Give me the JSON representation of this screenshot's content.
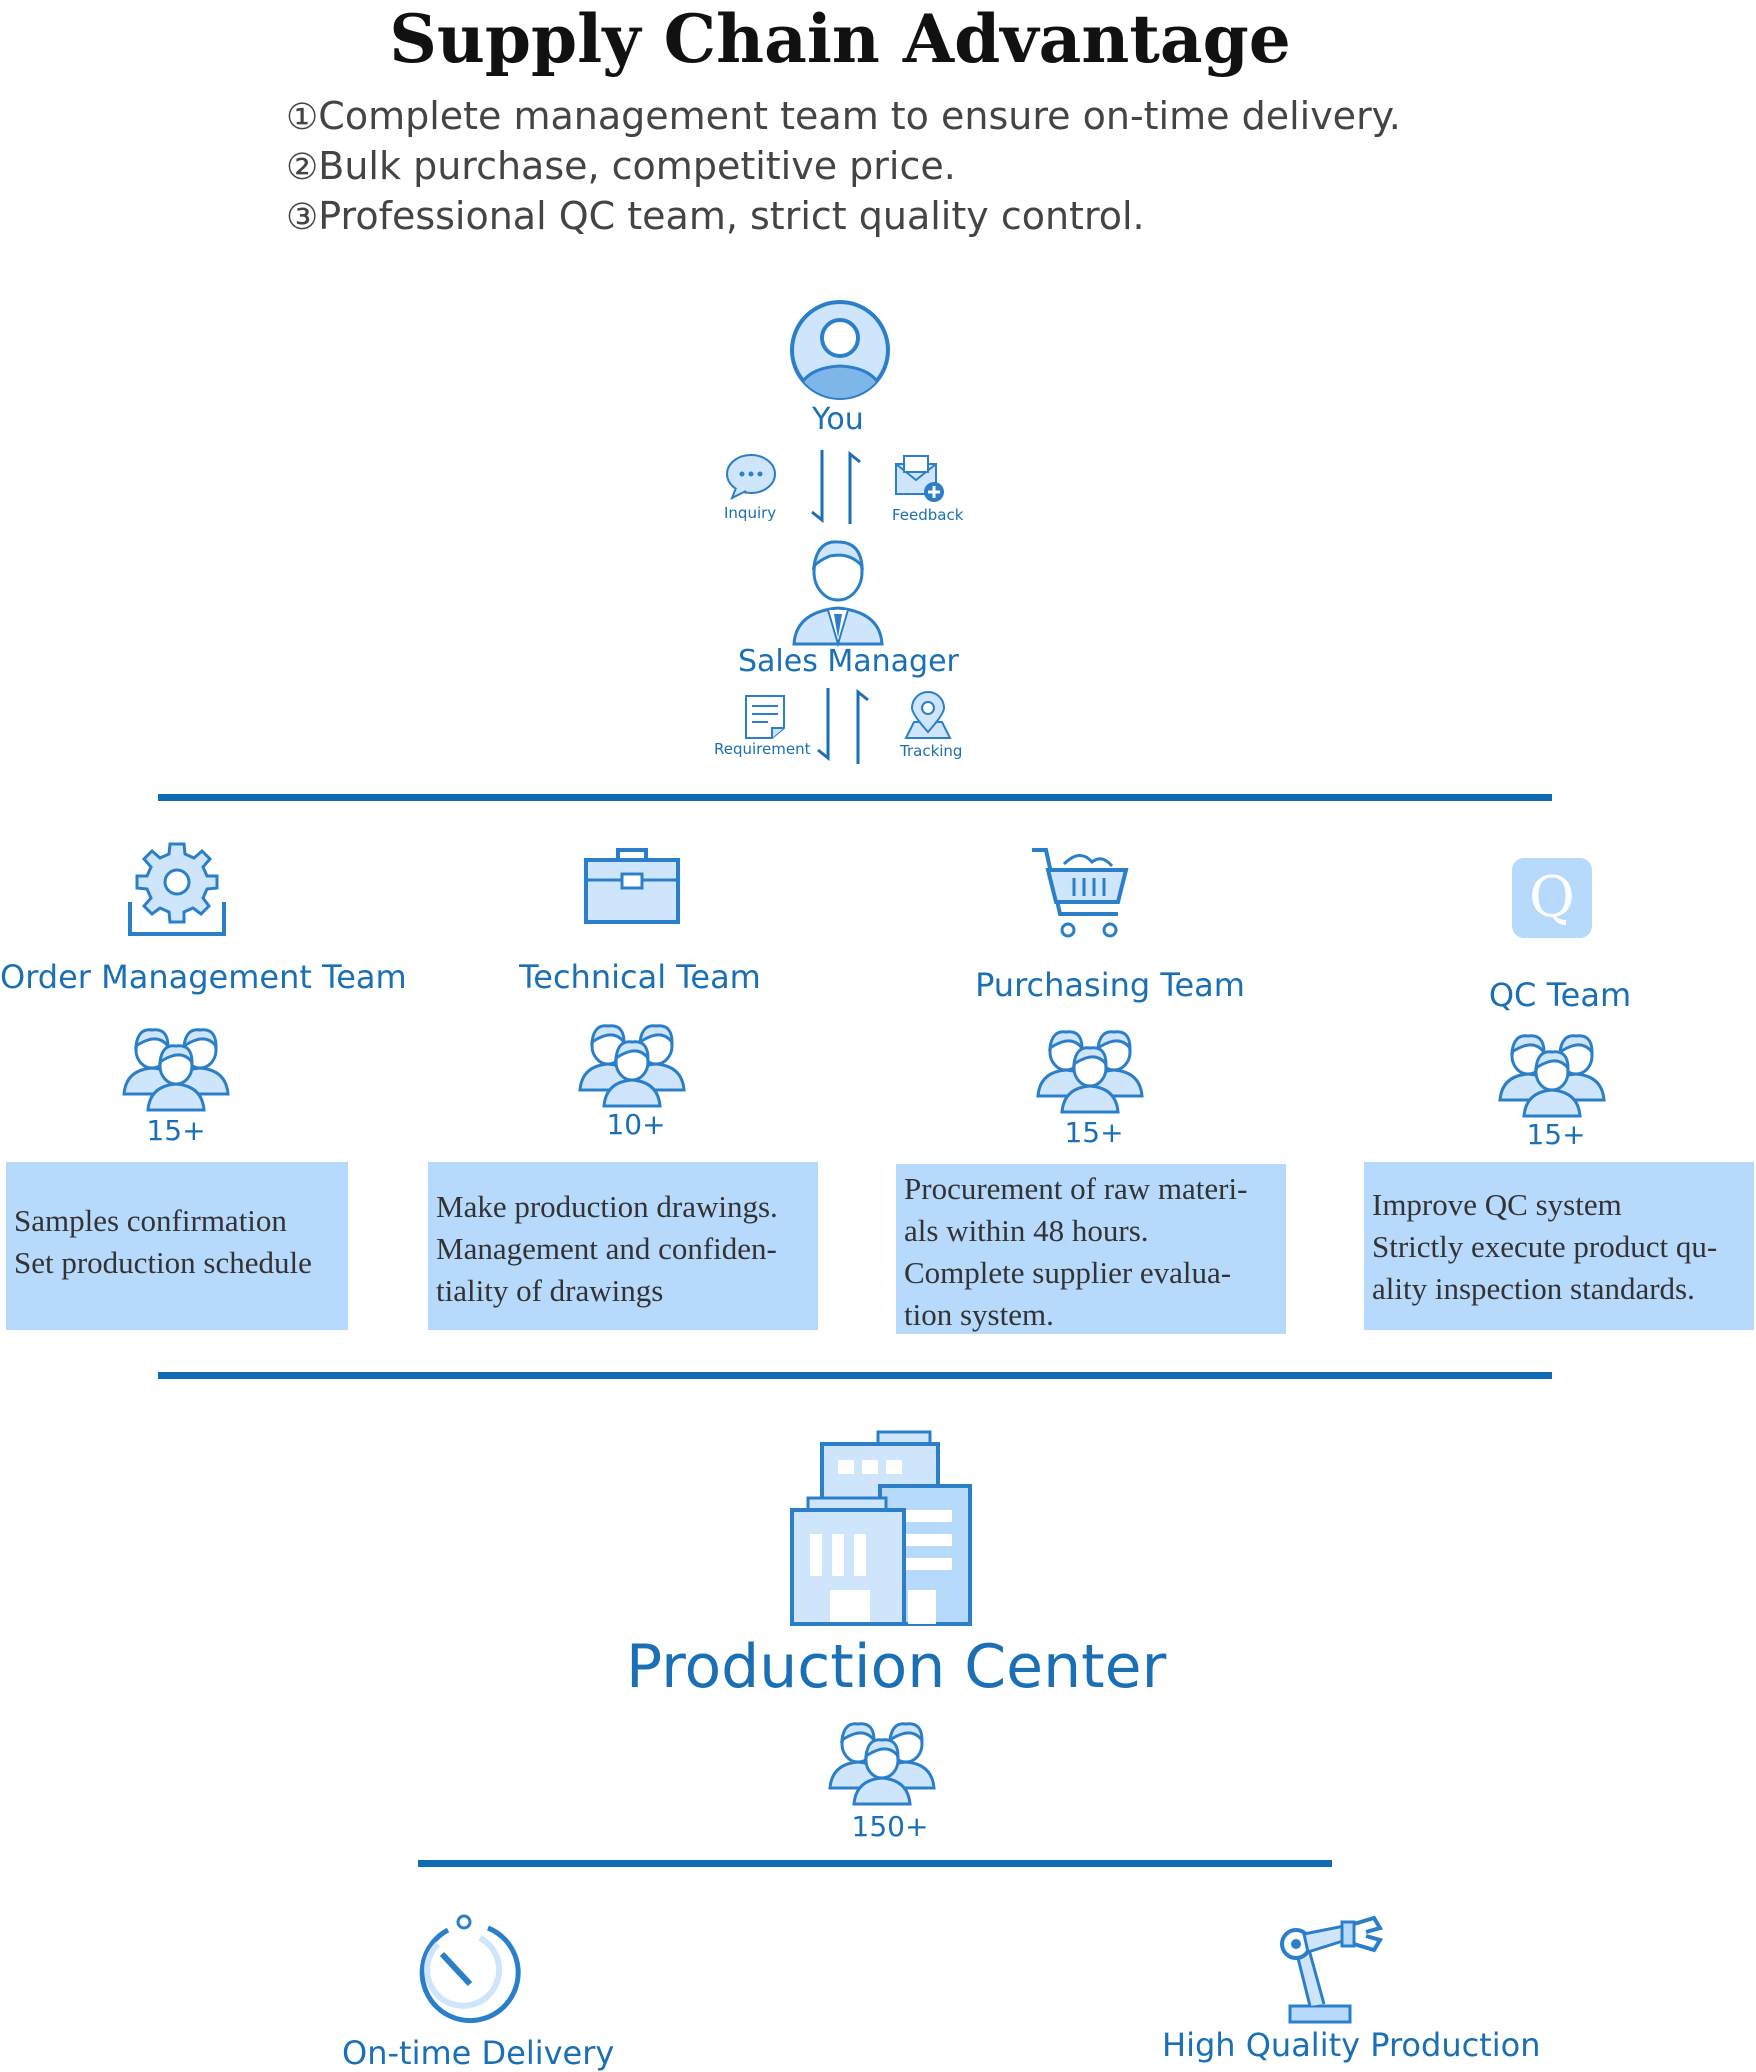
{
  "title": "Supply Chain Advantage",
  "points": [
    {
      "num": "①",
      "text": "Complete management team to ensure on-time delivery."
    },
    {
      "num": "②",
      "text": "Bulk purchase, competitive price."
    },
    {
      "num": "③",
      "text": "Professional QC team, strict quality control."
    }
  ],
  "flow": {
    "you": "You",
    "inquiry": "Inquiry",
    "feedback": "Feedback",
    "sales_manager": "Sales Manager",
    "requirement": "Requirement",
    "tracking": "Tracking"
  },
  "teams": [
    {
      "name": "Order Management Team",
      "count": "15+",
      "desc": [
        "Samples confirmation",
        "Set production schedule"
      ]
    },
    {
      "name": "Technical Team",
      "count": "10+",
      "desc": [
        "Make production drawings.",
        "Management and confiden-",
        "tiality of drawings"
      ]
    },
    {
      "name": "Purchasing Team",
      "count": "15+",
      "desc": [
        "Procurement of raw materi-",
        "als within 48 hours.",
        "Complete supplier evalua-",
        "tion system."
      ]
    },
    {
      "name": "QC Team",
      "count": "15+",
      "desc": [
        "Improve QC system",
        "Strictly execute product qu-",
        "ality inspection standards."
      ]
    }
  ],
  "qc_icon_letter": "Q",
  "production": {
    "label": "Production Center",
    "count": "150+"
  },
  "outcomes": {
    "delivery": "On-time Delivery",
    "quality": "High Quality Production"
  },
  "colors": {
    "accent": "#1a6fb5",
    "line": "#0e6bb4",
    "box": "#b7d9fb",
    "icon_light": "#cfe5fb",
    "icon_stroke": "#2b7fc9"
  },
  "icons": [
    "user-avatar-icon",
    "chat-bubble-icon",
    "mail-plus-icon",
    "manager-icon",
    "document-icon",
    "location-pin-icon",
    "gear-icon",
    "briefcase-icon",
    "shopping-cart-icon",
    "q-badge-icon",
    "team-group-icon",
    "building-icon",
    "stopwatch-icon",
    "robot-arm-icon"
  ]
}
